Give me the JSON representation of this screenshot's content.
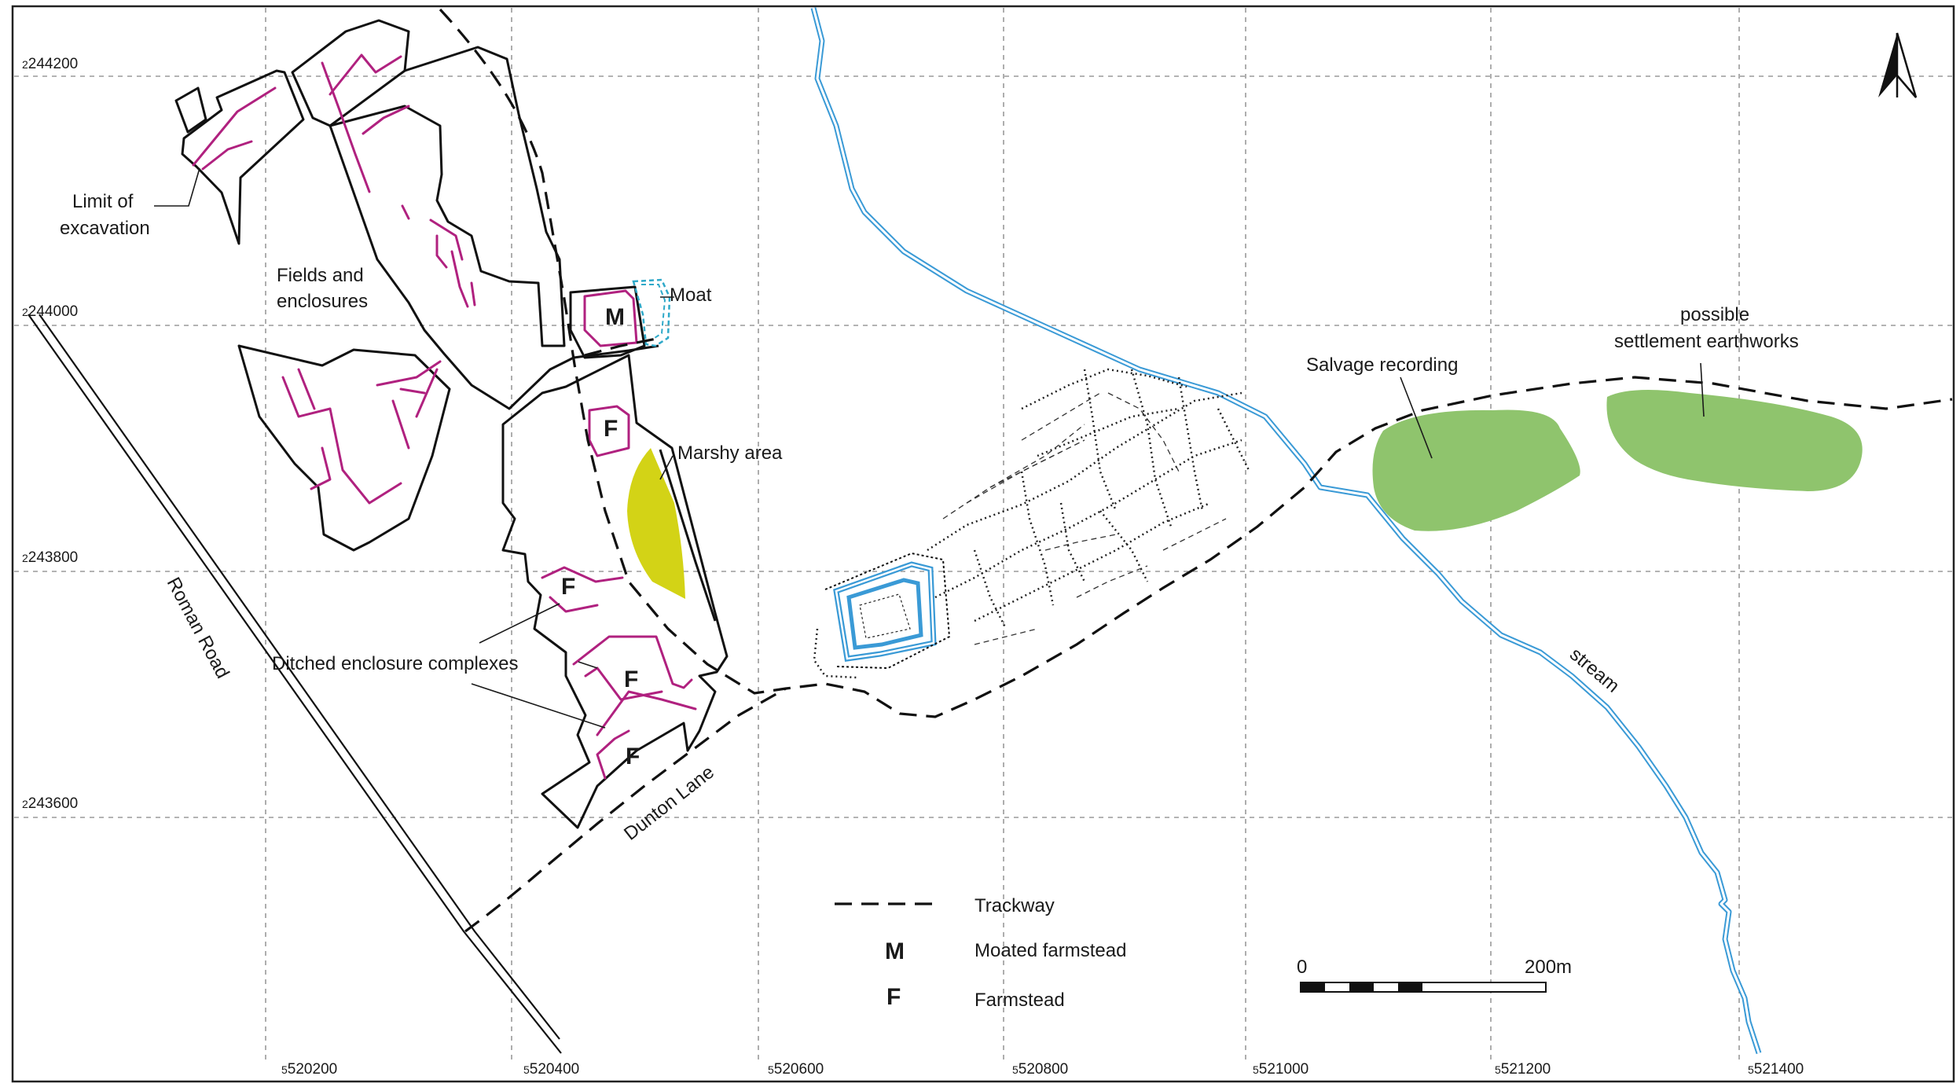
{
  "colors": {
    "stream": "#3a9ad6",
    "ditch": "#b0217f",
    "marshy_fill": "#d3d316",
    "earthworks_fill": "#8fc46d",
    "moat_dashed": "#2fa9c9",
    "grid": "#9a9a9a"
  },
  "grid": {
    "northings": [
      "244200",
      "244000",
      "243800",
      "243600"
    ],
    "eastings": [
      "520200",
      "520400",
      "520600",
      "520800",
      "521000",
      "521200",
      "521400"
    ],
    "northing_prefix": "2",
    "easting_prefix": "5"
  },
  "north_arrow": {
    "icon": "north-arrow-icon"
  },
  "labels": {
    "limit_of_excavation_1": "Limit of",
    "limit_of_excavation_2": "excavation",
    "fields_1": "Fields and",
    "fields_2": "enclosures",
    "moat": "Moat",
    "marshy": "Marshy area",
    "ditched": "Ditched enclosure complexes",
    "roman_road": "Roman Road",
    "dunton_lane": "Dunton Lane",
    "salvage": "Salvage recording",
    "possible_1": "possible",
    "possible_2": "settlement earthworks",
    "stream": "stream",
    "code_moated": "M",
    "code_farm": "F"
  },
  "legend": {
    "trackway": "Trackway",
    "moated_symbol": "M",
    "moated": "Moated farmstead",
    "farm_symbol": "F",
    "farmstead": "Farmstead"
  },
  "scale_bar": {
    "start": "0",
    "end": "200m"
  }
}
